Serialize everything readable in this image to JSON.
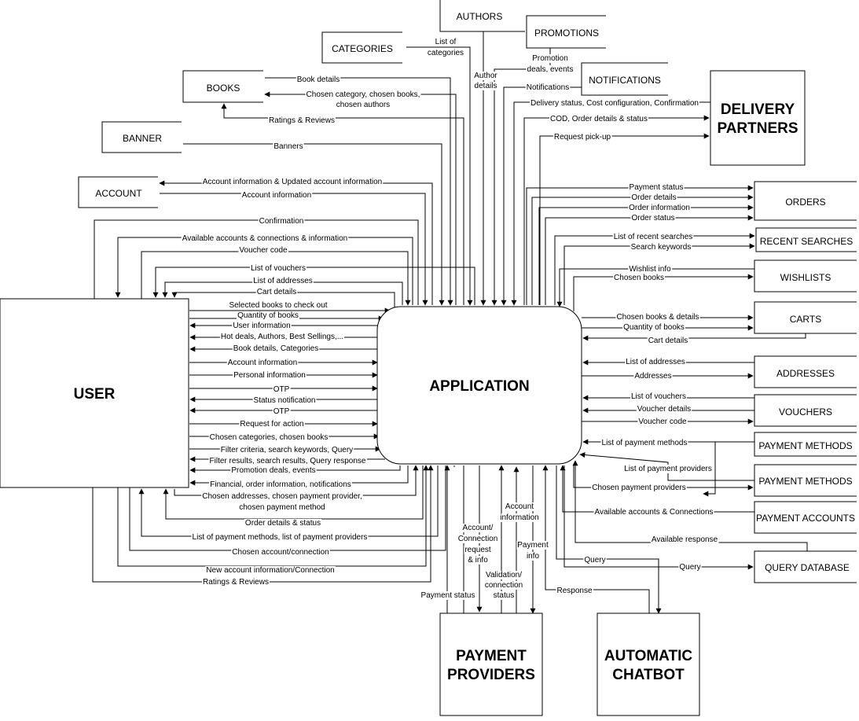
{
  "entities": {
    "user": "USER",
    "application": "APPLICATION",
    "authors": "AUTHORS",
    "promotions": "PROMOTIONS",
    "categories": "CATEGORIES",
    "notifications": "NOTIFICATIONS",
    "books": "BOOKS",
    "delivery_1": "DELIVERY",
    "delivery_2": "PARTNERS",
    "banner": "BANNER",
    "account": "ACCOUNT",
    "orders": "ORDERS",
    "recent_searches": "RECENT SEARCHES",
    "wishlists": "WISHLISTS",
    "carts": "CARTS",
    "addresses": "ADDRESSES",
    "vouchers": "VOUCHERS",
    "payment_methods_1": "PAYMENT METHODS",
    "payment_methods_2": "PAYMENT METHODS",
    "payment_accounts": "PAYMENT ACCOUNTS",
    "query_database": "QUERY DATABASE",
    "payment_providers_1": "PAYMENT",
    "payment_providers_2": "PROVIDERS",
    "chatbot_1": "AUTOMATIC",
    "chatbot_2": "CHATBOT"
  },
  "flows": {
    "list_of_categories_1": "List of",
    "list_of_categories_2": "categories",
    "author_details_1": "Author",
    "author_details_2": "details",
    "promotion_1": "Promotion",
    "promotion_2": "deals, events",
    "notifications": "Notifications",
    "book_details": "Book details",
    "chosen_category_1": "Chosen category, chosen books,",
    "chosen_category_2": "chosen authors",
    "delivery_status": "Delivery status, Cost configuration, Confirmation",
    "ratings_reviews_top": "Ratings & Reviews",
    "cod_order": "COD, Order details & status",
    "banners": "Banners",
    "request_pickup": "Request pick-up",
    "account_info_updated": "Account information & Updated account information",
    "account_information_top": "Account information",
    "payment_status_orders": "Payment status",
    "order_details_orders": "Order details",
    "order_information_orders": "Order information",
    "order_status_orders": "Order status",
    "confirmation": "Confirmation",
    "available_accounts": "Available accounts & connections & information",
    "list_recent_searches": "List of recent searches",
    "search_keywords": "Search keywords",
    "voucher_code_user": "Voucher code",
    "wishlist_info": "Wishlist info",
    "list_of_vouchers_user": "List of vouchers",
    "chosen_books_wishlist": "Chosen books",
    "list_of_addresses_user": "List of addresses",
    "cart_details_user": "Cart details",
    "selected_books": "Selected books to check out",
    "quantity_user": "Quantity of books",
    "user_information": "User information",
    "hot_deals": "Hot deals, Authors, Best Sellings,...",
    "book_details_categories": "Book details, Categories",
    "chosen_books_details": "Chosen books & details",
    "quantity_carts": "Quantity of books",
    "cart_details_carts": "Cart details",
    "account_information_user": "Account information",
    "personal_information": "Personal information",
    "list_of_addresses_app": "List of addresses",
    "addresses_app": "Addresses",
    "otp_in": "OTP",
    "status_notification": "Status notification",
    "otp_out": "OTP",
    "list_of_vouchers_app": "List of vouchers",
    "voucher_details": "Voucher details",
    "voucher_code_app": "Voucher code",
    "request_for_action": "Request for action",
    "chosen_categories": "Chosen categories, chosen books",
    "list_payment_methods_app": "List of payment methods",
    "filter_criteria": "Filter criteria, search keywords, Query",
    "filter_results": "Filter results, search results, Query response",
    "list_payment_providers_app": "List of payment providers",
    "promotion_deals_user": "Promotion deals, events",
    "financial": "Financial, order information, notifications",
    "chosen_payment_providers": "Chosen payment providers",
    "chosen_addresses_1": "Chosen addresses, chosen payment provider,",
    "chosen_addresses_2": "chosen payment method",
    "available_connections": "Available accounts & Connections",
    "order_details_status": "Order details & status",
    "list_payment_methods_user": "List of payment methods, list of payment providers",
    "available_response": "Available response",
    "chosen_account": "Chosen account/connection",
    "query_chatbot": "Query",
    "query_db": "Query",
    "new_account": "New account information/Connection",
    "ratings_reviews_user": "Ratings & Reviews",
    "account_connection_1": "Account/",
    "account_connection_2": "Connection",
    "account_connection_3": "request",
    "account_connection_4": "& info",
    "account_information_pp_1": "Account",
    "account_information_pp_2": "information",
    "payment_info_1": "Payment",
    "payment_info_2": "info",
    "validation_1": "Validation/",
    "validation_2": "connection",
    "validation_3": "status",
    "payment_status_pp": "Payment status",
    "response": "Response"
  }
}
